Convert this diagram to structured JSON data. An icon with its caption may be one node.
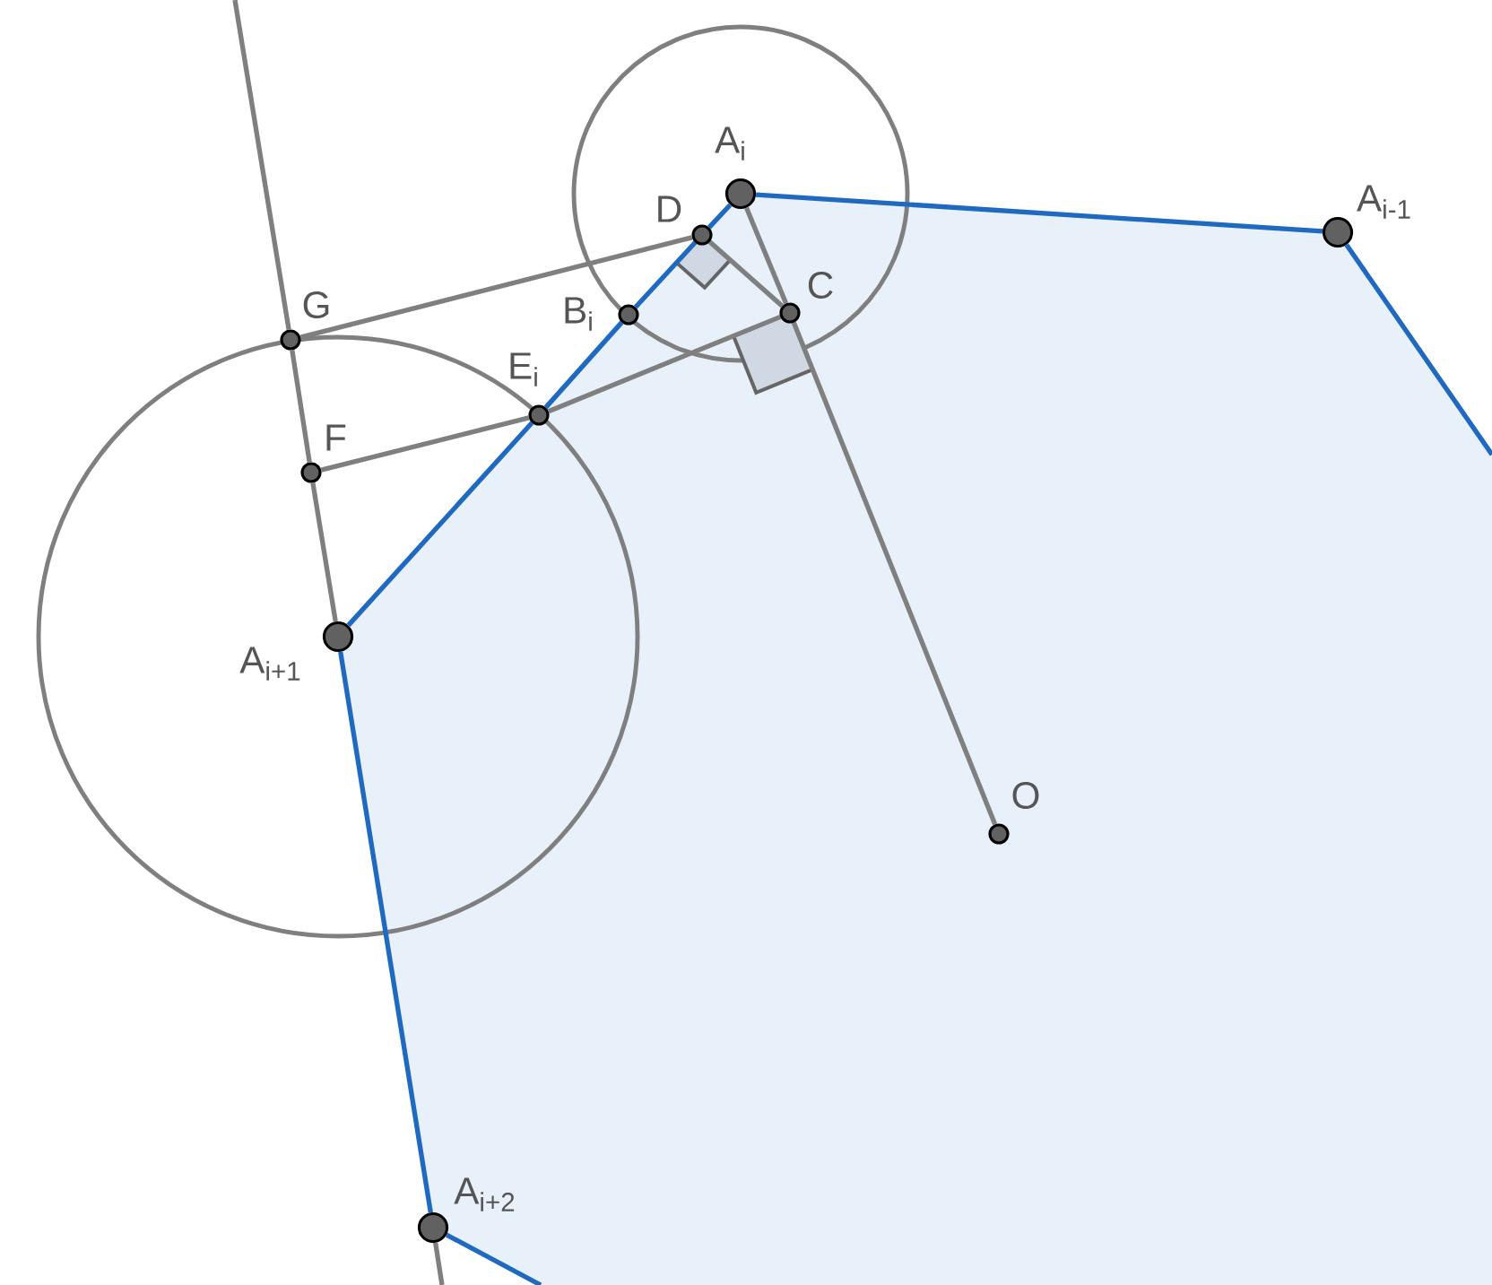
{
  "diagram": {
    "nodes": [
      {
        "text": [
          "A$_{i}$"
        ]
      },
      {
        "text": [
          "A$_{i-1}$"
        ]
      },
      {
        "text": [
          "A$_{i+1}$"
        ]
      },
      {
        "text": [
          "A$_{i+2}$"
        ]
      },
      {
        "text": [
          "B$_{i}$"
        ]
      },
      {
        "text": [
          "C"
        ]
      },
      {
        "text": [
          "D"
        ]
      },
      {
        "text": [
          "E$_{i}$"
        ]
      },
      {
        "text": [
          "F"
        ]
      },
      {
        "text": [
          "G"
        ]
      },
      {
        "text": [
          "O"
        ]
      }
    ],
    "edges": [
      {
        "from": 1,
        "to": 0,
        "arrow": "none",
        "color": "#1f69c1"
      },
      {
        "from": null,
        "to": 1,
        "arrow": "none",
        "color": "#1f69c1"
      },
      {
        "from": 0,
        "to": 6,
        "arrow": "none",
        "color": "#1f69c1"
      },
      {
        "from": 6,
        "to": 4,
        "arrow": "none",
        "color": "#1f69c1"
      },
      {
        "from": 4,
        "to": 7,
        "arrow": "none",
        "color": "#1f69c1"
      },
      {
        "from": 7,
        "to": 2,
        "arrow": "none",
        "color": "#1f69c1"
      },
      {
        "from": 2,
        "to": 3,
        "arrow": "none",
        "color": "#1f69c1"
      },
      {
        "from": 3,
        "to": null,
        "arrow": "none",
        "color": "#1f69c1"
      },
      {
        "from": null,
        "to": 9,
        "arrow": "none"
      },
      {
        "from": 9,
        "to": 8,
        "arrow": "none"
      },
      {
        "from": 8,
        "to": 2,
        "arrow": "none"
      },
      {
        "from": 3,
        "to": null,
        "arrow": "none"
      },
      {
        "from": 0,
        "to": 5,
        "arrow": "none"
      },
      {
        "from": 5,
        "to": 10,
        "arrow": "none"
      },
      {
        "from": 6,
        "to": 5,
        "arrow": "none"
      },
      {
        "from": 6,
        "to": 9,
        "arrow": "none"
      },
      {
        "from": 8,
        "to": 7,
        "arrow": "none"
      },
      {
        "from": 7,
        "to": 5,
        "arrow": "none"
      }
    ]
  }
}
